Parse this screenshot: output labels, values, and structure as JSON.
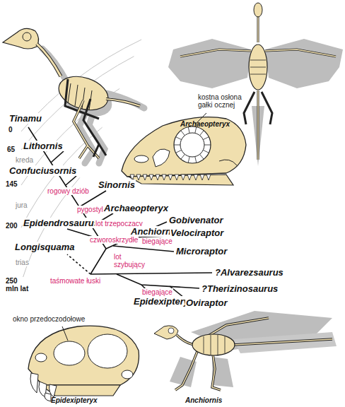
{
  "diagram": {
    "labels": [
      "Archaeopteryx",
      "kostna osłona gałki ocznej",
      "Tinamu",
      "0",
      "Lithornis",
      "65",
      "kreda",
      "Confuciusornis",
      "145",
      "Sinornis",
      "rogowy dziób",
      "jura",
      "pygostyl",
      "Archaeopteryx",
      "200",
      "Epidendrosaurus",
      "lot trzepoczący",
      "Gobivenator",
      "Anchiornis",
      "czworoskrzydłe",
      "biegające",
      "Velociraptor",
      "Longisquama",
      "lot szybujący",
      "Microraptor",
      "trias",
      "?Alvarezsaurus",
      "250 mln lat",
      "taśmowate łuski",
      "biegające",
      "?Therizinosaurus",
      "Epidexipteryx",
      "Oviraptor",
      "okno przedoczodołowe",
      "Epidexipteryx",
      "Anchiornis"
    ]
  }
}
